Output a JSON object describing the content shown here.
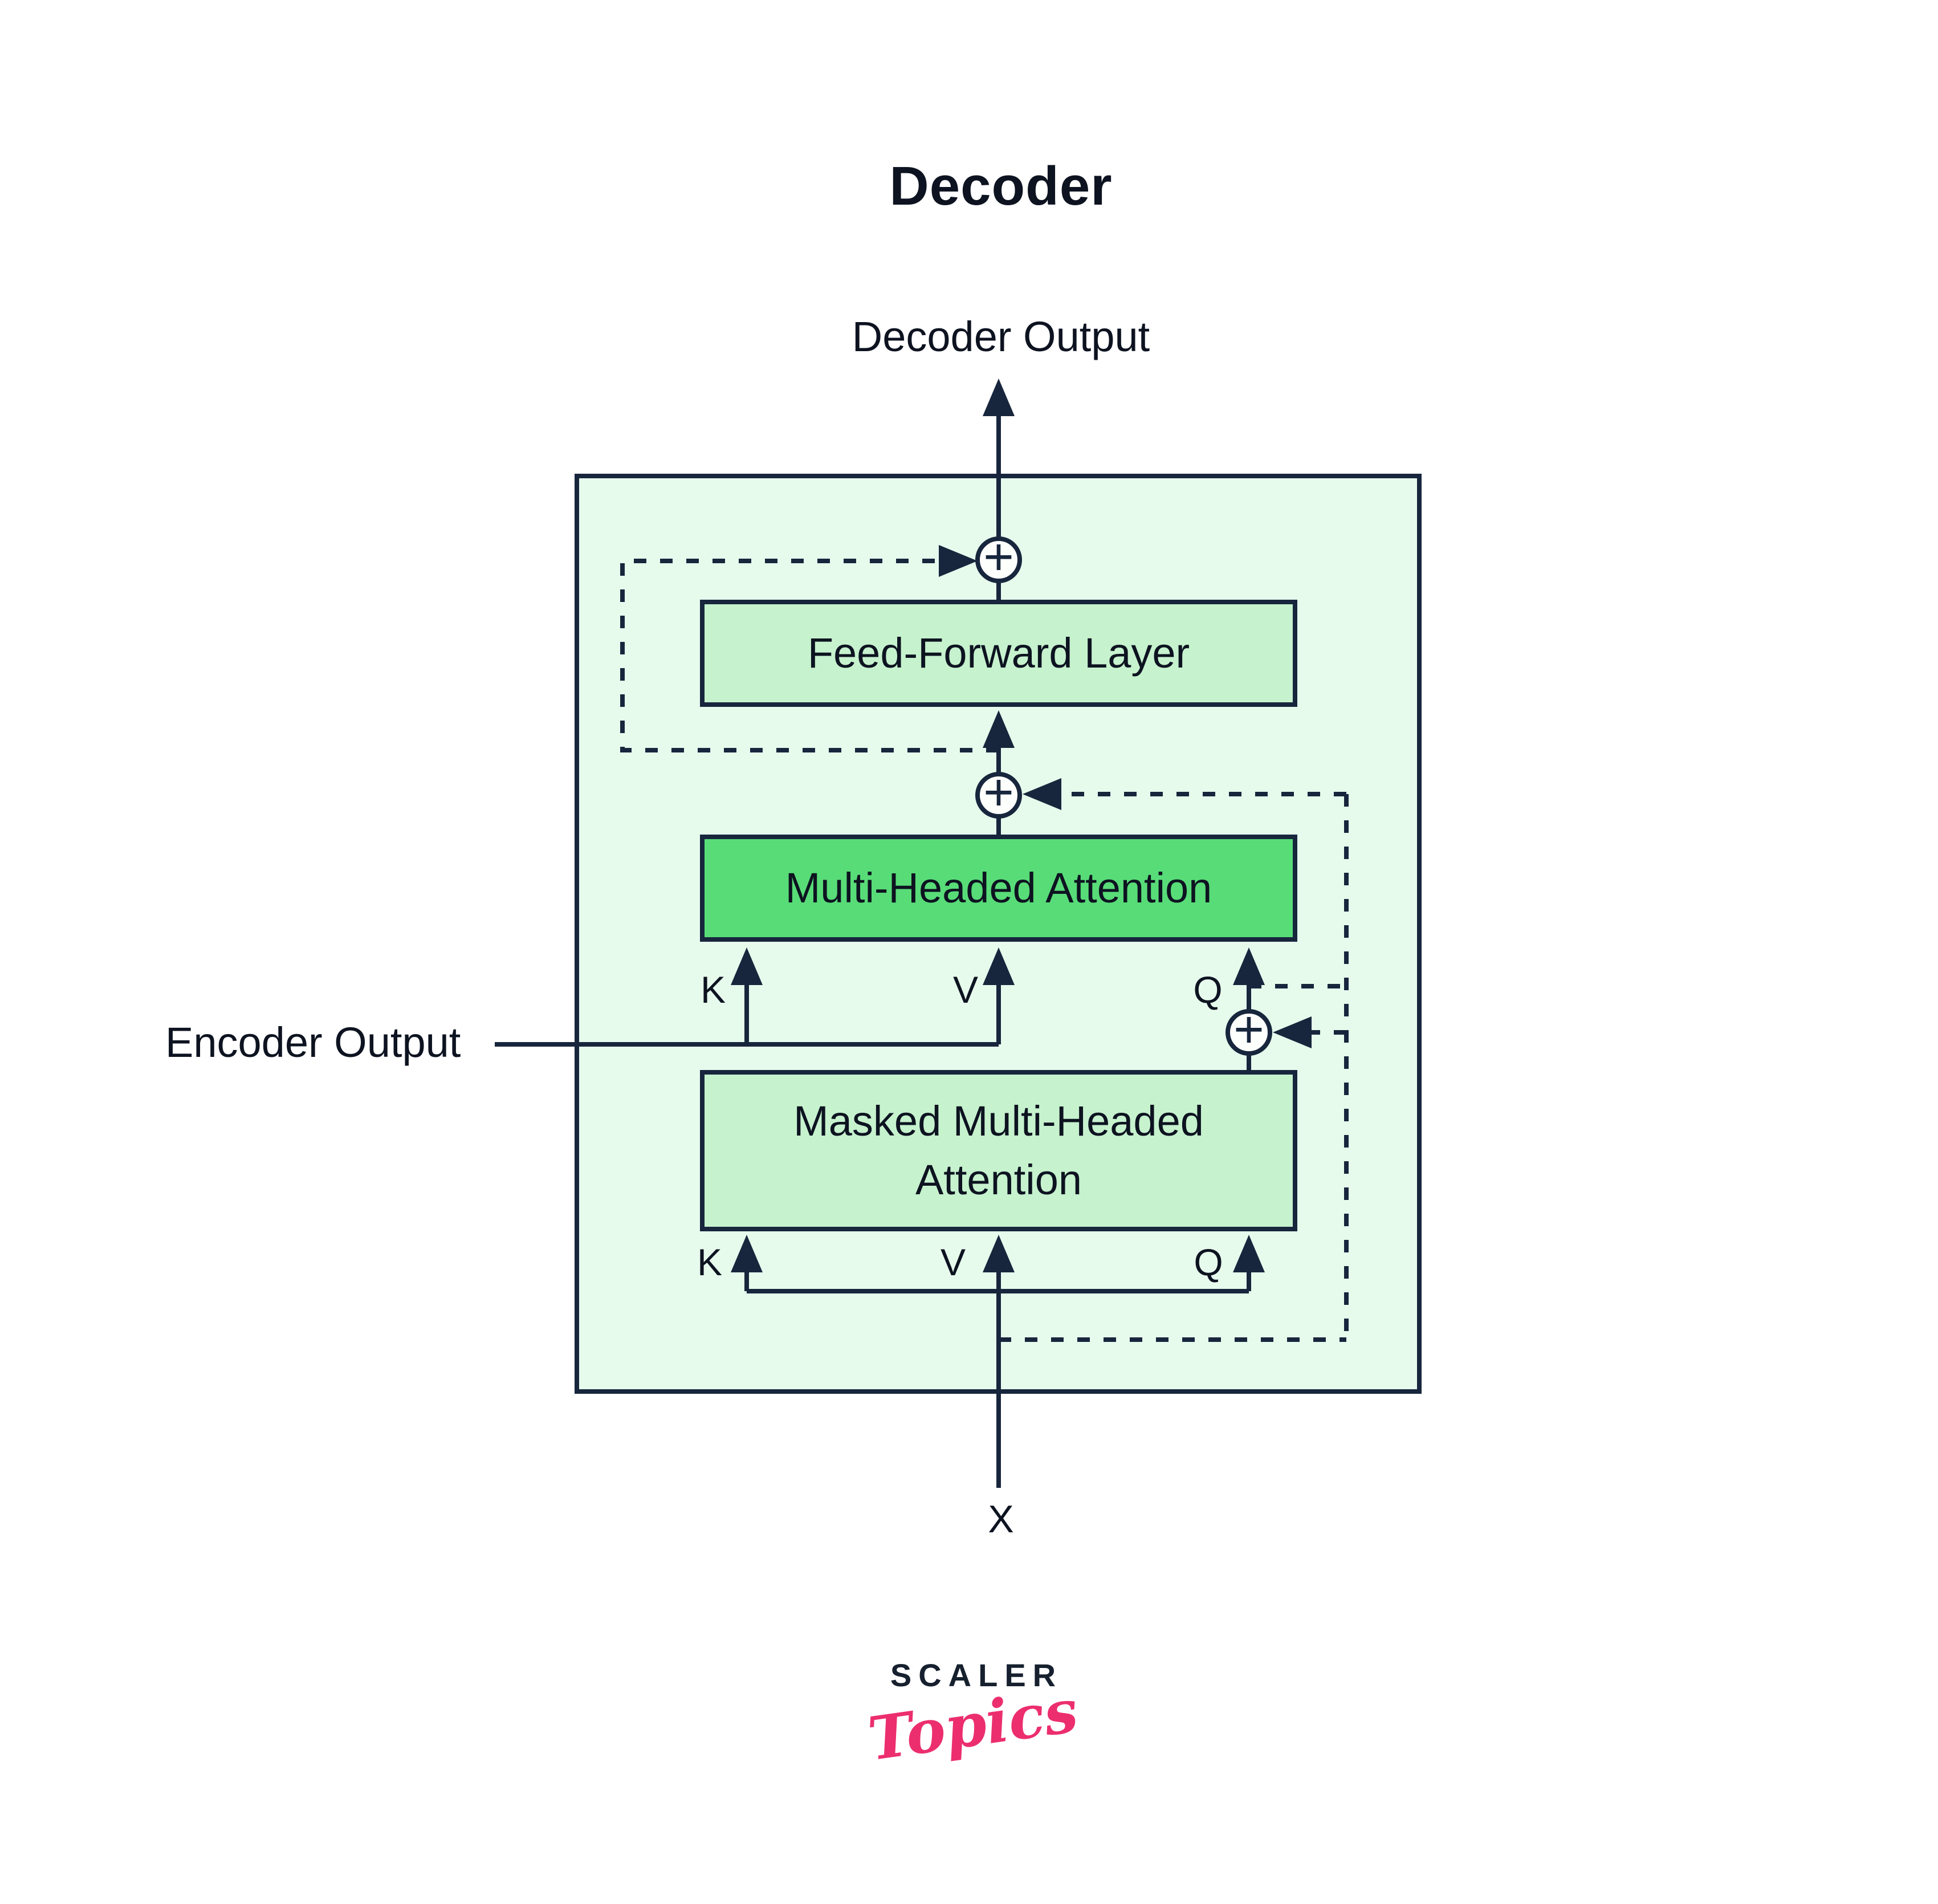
{
  "title": "Decoder",
  "colors": {
    "bg": "#ffffff",
    "outer_fill": "#e7fbed",
    "light_fill": "#c6f2ce",
    "accent_fill": "#58dc78",
    "line": "#17263c",
    "text": "#0d1320",
    "circle_fill": "#fdfffd",
    "logo_navy": "#16202e",
    "logo_pink": "#ec2e6e"
  },
  "labels": {
    "decoder_output": "Decoder Output",
    "encoder_output": "Encoder Output",
    "input": "X"
  },
  "blocks": {
    "feed_forward": "Feed-Forward Layer",
    "multi_head_attention": "Multi-Headed Attention",
    "masked_multi_head_attention": "Masked Multi-Headed Attention"
  },
  "ports": {
    "upper": {
      "k": "K",
      "v": "V",
      "q": "Q"
    },
    "lower": {
      "k": "K",
      "v": "V",
      "q": "Q"
    }
  },
  "symbols": {
    "plus": "+"
  },
  "logo": {
    "primary": "SCALER",
    "secondary": "Topics"
  }
}
